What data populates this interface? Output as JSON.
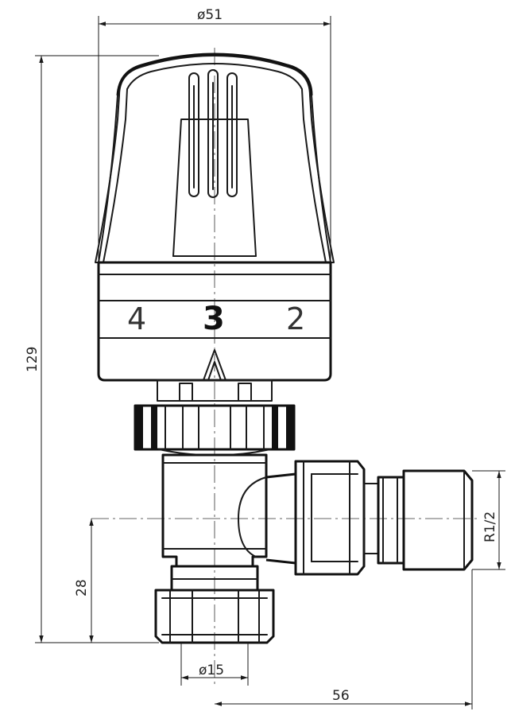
{
  "dimensions": {
    "head_diameter": "ø51",
    "total_height": "129",
    "pipe_height": "28",
    "pipe_diameter": "ø15",
    "horizontal_length": "56",
    "thread": "R1/2"
  },
  "dial": {
    "left": "4",
    "center": "3",
    "right": "2"
  },
  "colors": {
    "line": "#1a1a1a",
    "background": "#ffffff"
  }
}
